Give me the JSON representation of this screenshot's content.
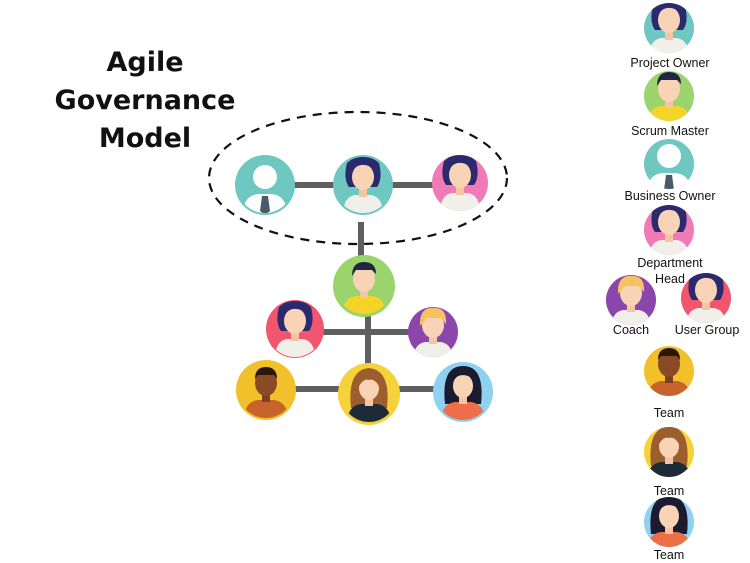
{
  "title": {
    "line1": "Agile",
    "line2": "Governance",
    "line3": "Model"
  },
  "colors": {
    "connector": "#5f5f5f",
    "teal": "#6fc7c1",
    "green": "#9bd36c",
    "pink": "#f07ab5",
    "red": "#f2566f",
    "purple": "#8b46ac",
    "gold": "#f2c02b",
    "yellow": "#f6d23a",
    "sky": "#8fd1f0"
  },
  "legend": [
    {
      "label": "Project Owner",
      "icon": "woman-avatar-icon"
    },
    {
      "label": "Scrum Master",
      "icon": "man-avatar-icon"
    },
    {
      "label": "Business Owner",
      "icon": "businessman-avatar-icon"
    },
    {
      "label": "Department Head",
      "icon": "woman-avatar-icon"
    },
    {
      "label": "Coach",
      "icon": "blond-person-avatar-icon"
    },
    {
      "label": "User Group",
      "icon": "woman-avatar-icon"
    },
    {
      "label": "Team",
      "icon": "man-avatar-icon"
    },
    {
      "label": "Team",
      "icon": "woman-avatar-icon"
    },
    {
      "label": "Team",
      "icon": "woman-avatar-icon"
    }
  ]
}
